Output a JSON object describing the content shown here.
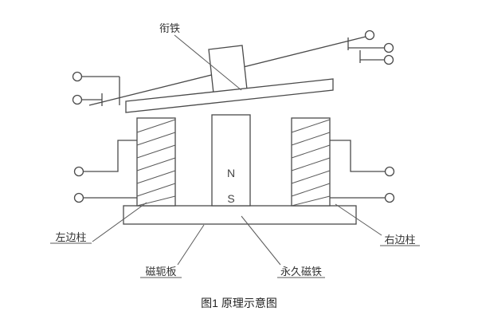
{
  "figure": {
    "caption": "图1  原理示意图",
    "labels": {
      "armature": "衔铁",
      "left_column": "左边柱",
      "yoke_plate": "磁轭板",
      "permanent_magnet": "永久磁铁",
      "right_column": "右边柱"
    },
    "magnet_poles": {
      "north": "N",
      "south": "S"
    },
    "colors": {
      "line": "#4a4a4a",
      "text": "#333333",
      "background": "#ffffff"
    }
  }
}
